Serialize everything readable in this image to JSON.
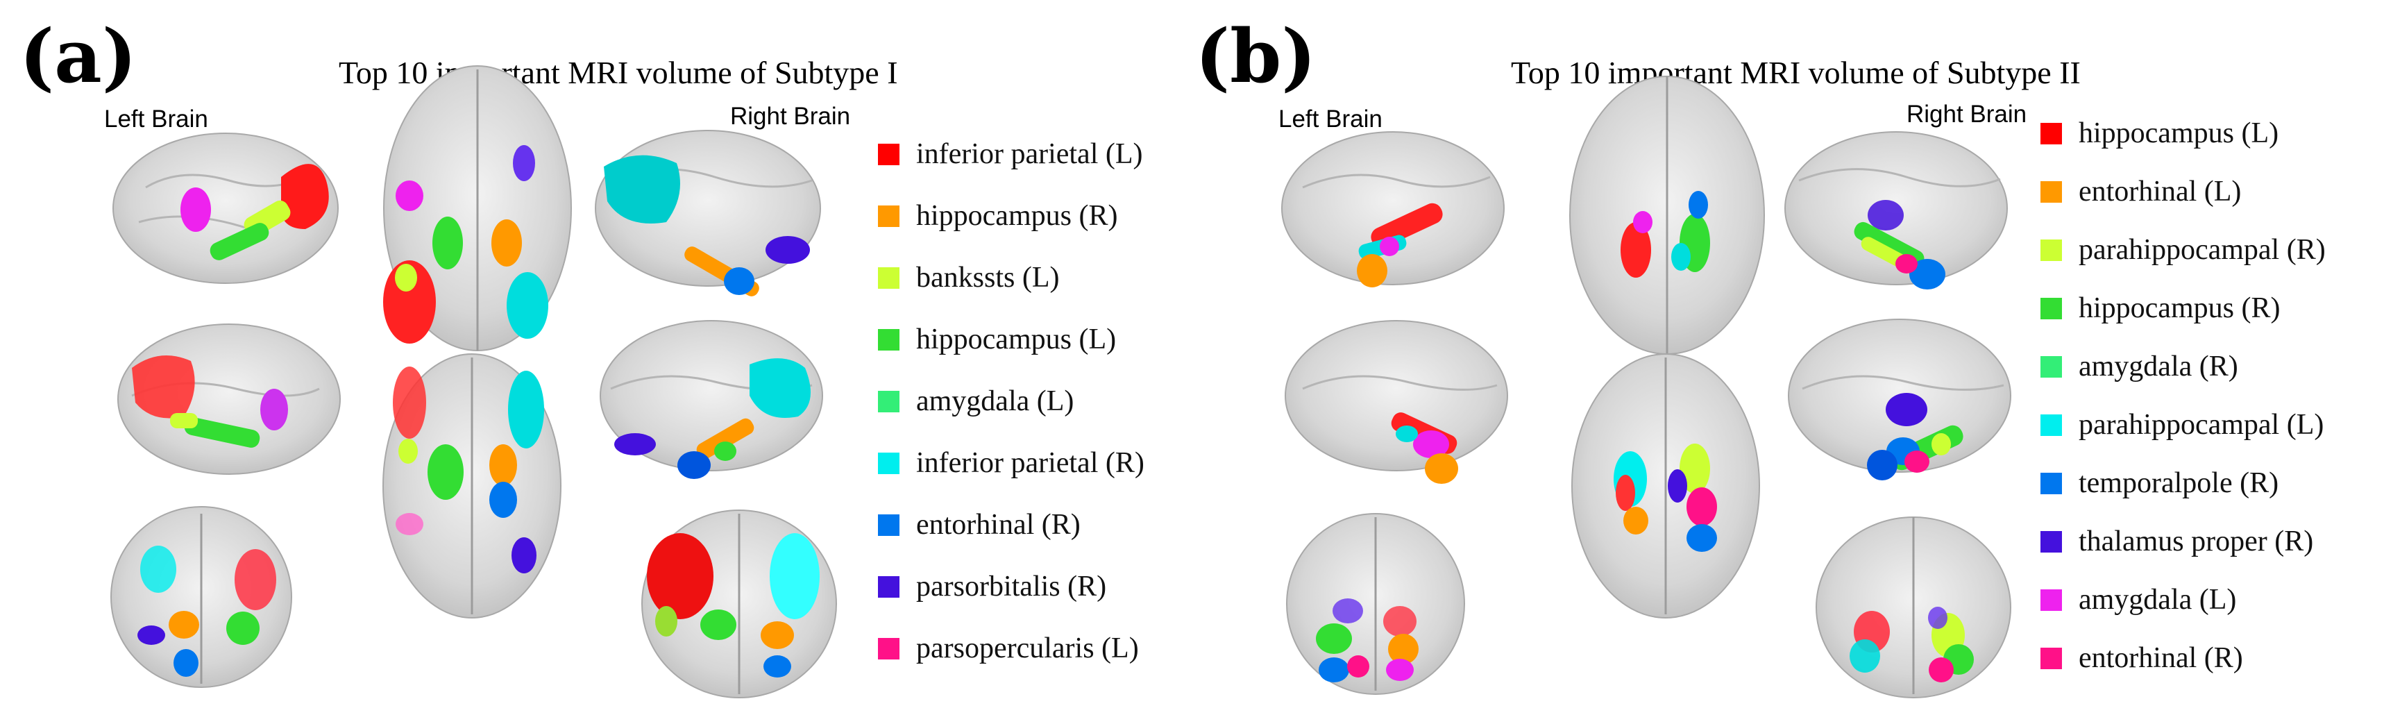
{
  "panels": [
    {
      "id": "a",
      "label": "(a)",
      "title": "Top 10 important MRI volume of Subtype I",
      "left_label": "Left Brain",
      "right_label": "Right Brain",
      "legend": [
        {
          "label": "inferior parietal (L)",
          "color": "#ff0000"
        },
        {
          "label": "hippocampus (R)",
          "color": "#ff9900"
        },
        {
          "label": "bankssts (L)",
          "color": "#ccff33"
        },
        {
          "label": "hippocampus (L)",
          "color": "#33dd33"
        },
        {
          "label": "amygdala (L)",
          "color": "#33ee77"
        },
        {
          "label": "inferior parietal (R)",
          "color": "#00eeee"
        },
        {
          "label": "entorhinal (R)",
          "color": "#0077ee"
        },
        {
          "label": "parsorbitalis (R)",
          "color": "#4411dd"
        },
        {
          "label": "parsopercularis (L)",
          "color": "#ff1188"
        }
      ]
    },
    {
      "id": "b",
      "label": "(b)",
      "title": "Top 10 important MRI volume of Subtype II",
      "left_label": "Left Brain",
      "right_label": "Right Brain",
      "legend": [
        {
          "label": "hippocampus (L)",
          "color": "#ff0000"
        },
        {
          "label": "entorhinal (L)",
          "color": "#ff9900"
        },
        {
          "label": "parahippocampal (R)",
          "color": "#ccff33"
        },
        {
          "label": "hippocampus (R)",
          "color": "#33dd33"
        },
        {
          "label": "amygdala (R)",
          "color": "#33ee77"
        },
        {
          "label": "parahippocampal (L)",
          "color": "#00eeee"
        },
        {
          "label": "temporalpole (R)",
          "color": "#0077ee"
        },
        {
          "label": "thalamus proper (R)",
          "color": "#4411dd"
        },
        {
          "label": "amygdala (L)",
          "color": "#ee22ee"
        },
        {
          "label": "entorhinal (R)",
          "color": "#ff1188"
        }
      ]
    }
  ]
}
